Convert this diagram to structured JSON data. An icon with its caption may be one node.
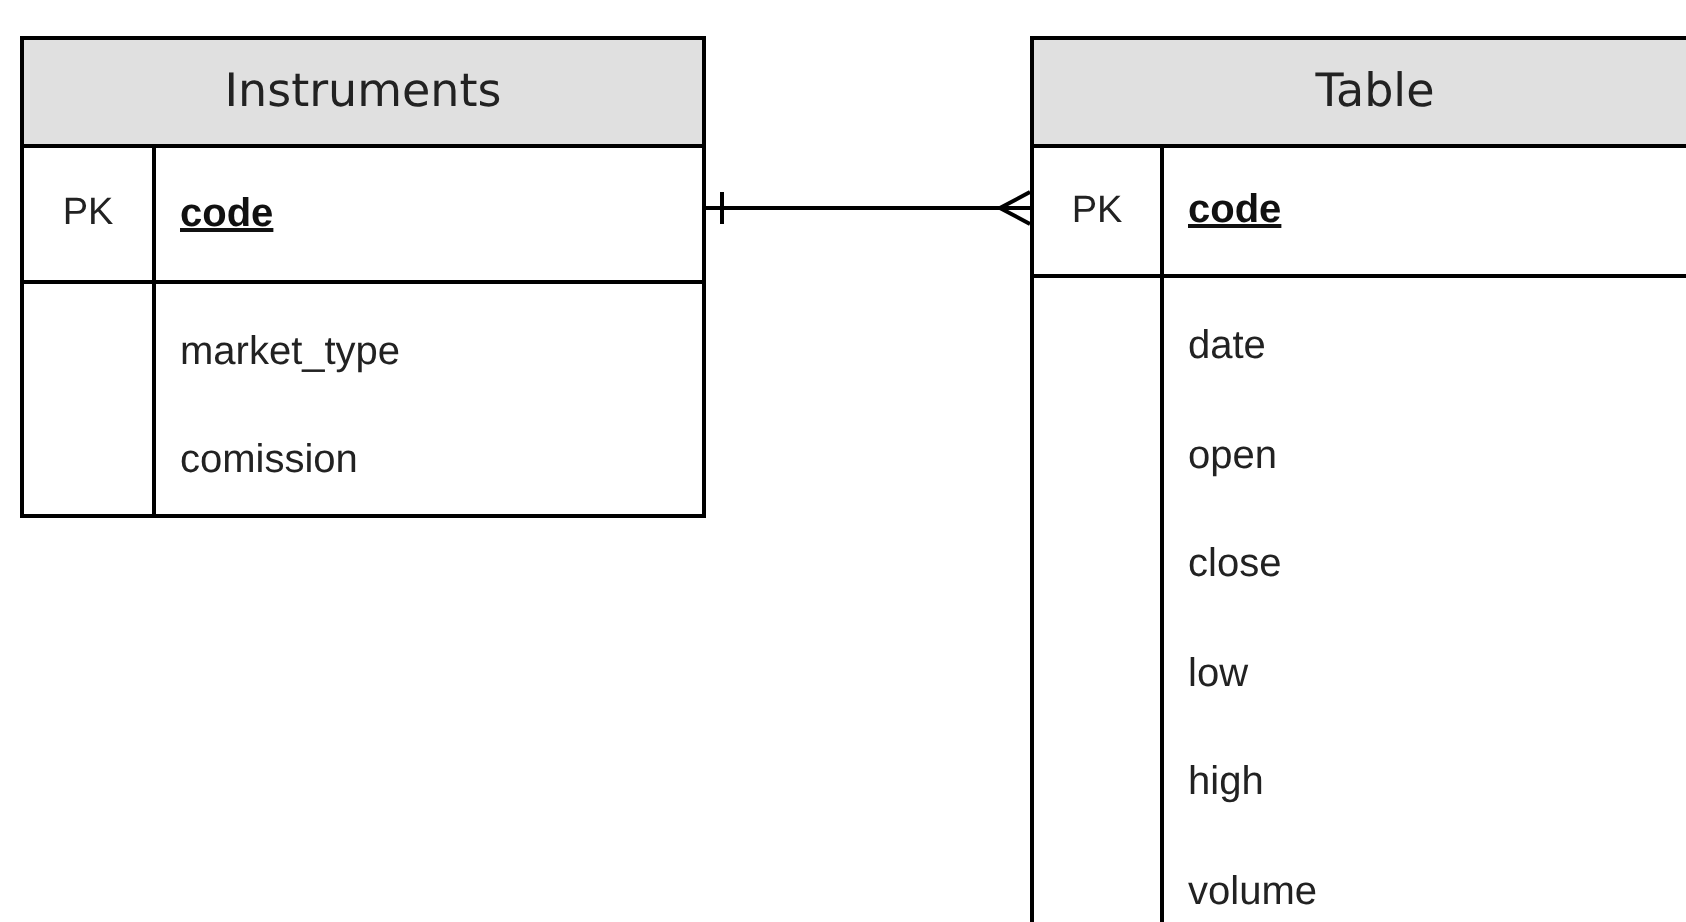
{
  "diagram": {
    "nodes": [
      {
        "text": [
          "Instruments",
          "PK",
          "code",
          "market_type",
          "comission"
        ]
      },
      {
        "text": [
          "Table",
          "PK",
          "code",
          "date",
          "open",
          "close",
          "low",
          "high",
          "volume"
        ]
      }
    ],
    "edges": [
      {
        "from": 0,
        "to": 1,
        "arrow": "other"
      }
    ]
  }
}
